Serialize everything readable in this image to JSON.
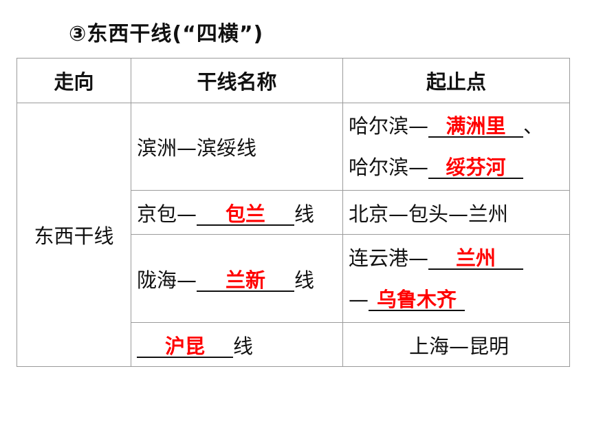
{
  "title": "③东西干线(“四横”)",
  "headers": {
    "direction": "走向",
    "line_name": "干线名称",
    "endpoints": "起止点"
  },
  "direction_label": "东西干线",
  "rows": [
    {
      "name_text": "滨洲—滨绥线",
      "route_1_prefix": "哈尔滨—",
      "route_1_answer": "满洲里",
      "route_1_suffix": "、",
      "route_2_prefix": "哈尔滨—",
      "route_2_answer": "绥芬河"
    },
    {
      "name_prefix": "京包—",
      "name_answer": "包兰",
      "name_suffix": "线",
      "route_text": "北京—包头—兰州"
    },
    {
      "name_prefix": "陇海—",
      "name_answer": "兰新",
      "name_suffix": "线",
      "route_1_prefix": "连云港—",
      "route_1_answer": "兰州",
      "route_2_prefix": "—",
      "route_2_answer": "乌鲁木齐"
    },
    {
      "name_answer": "沪昆",
      "name_suffix": "线",
      "route_text": "上海—昆明"
    }
  ],
  "colors": {
    "answer": "#ff0000",
    "border": "#9a9a9a"
  }
}
